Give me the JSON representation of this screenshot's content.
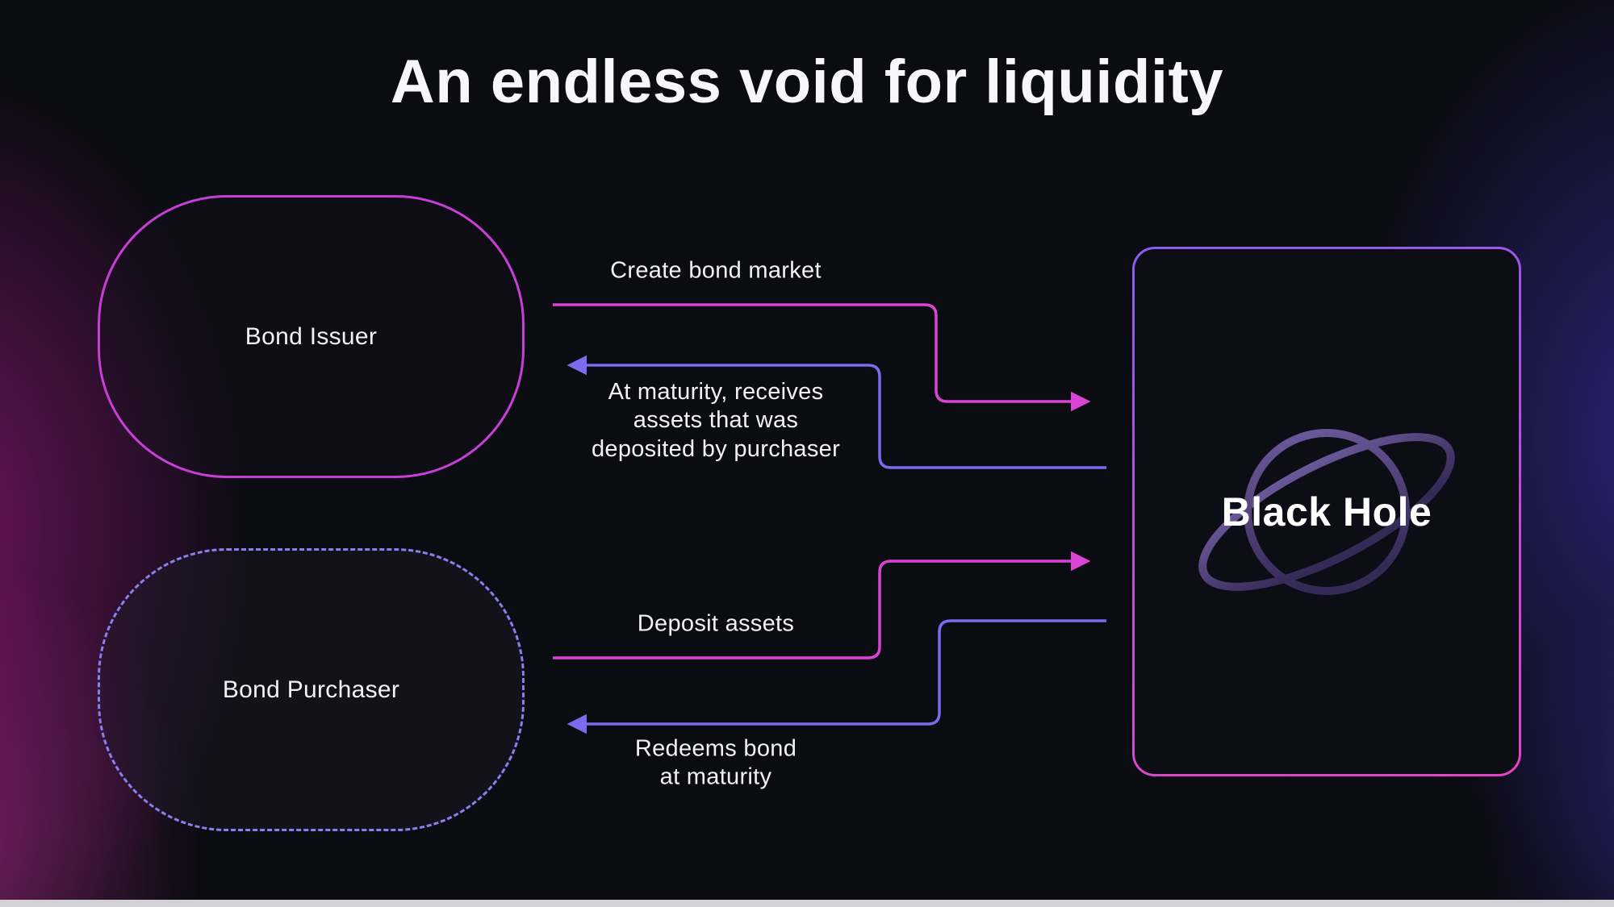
{
  "title": "An endless void for liquidity",
  "colors": {
    "pink": "#d944d4",
    "purple": "#7b6cee",
    "issuer_border": "#c73fd6",
    "purchaser_border": "#8b7ff0",
    "box_border_start": "#8a5cf0",
    "box_border_end": "#e844c4",
    "icon_stroke_top": "#6f5b9e",
    "icon_stroke_bottom": "#342a56",
    "background": "#0b0b12"
  },
  "nodes": {
    "issuer": {
      "label": "Bond Issuer"
    },
    "purchaser": {
      "label": "Bond Purchaser"
    },
    "black_hole": {
      "label": "Black Hole"
    }
  },
  "flows": {
    "create": {
      "label": "Create bond market",
      "from": "Bond Issuer",
      "to": "Black Hole"
    },
    "maturity_receive": {
      "label": "At maturity, receives\nassets that was\ndeposited by purchaser",
      "from": "Black Hole",
      "to": "Bond Issuer"
    },
    "deposit": {
      "label": "Deposit assets",
      "from": "Bond Purchaser",
      "to": "Black Hole"
    },
    "redeem": {
      "label": "Redeems bond\nat maturity",
      "from": "Black Hole",
      "to": "Bond Purchaser"
    }
  }
}
